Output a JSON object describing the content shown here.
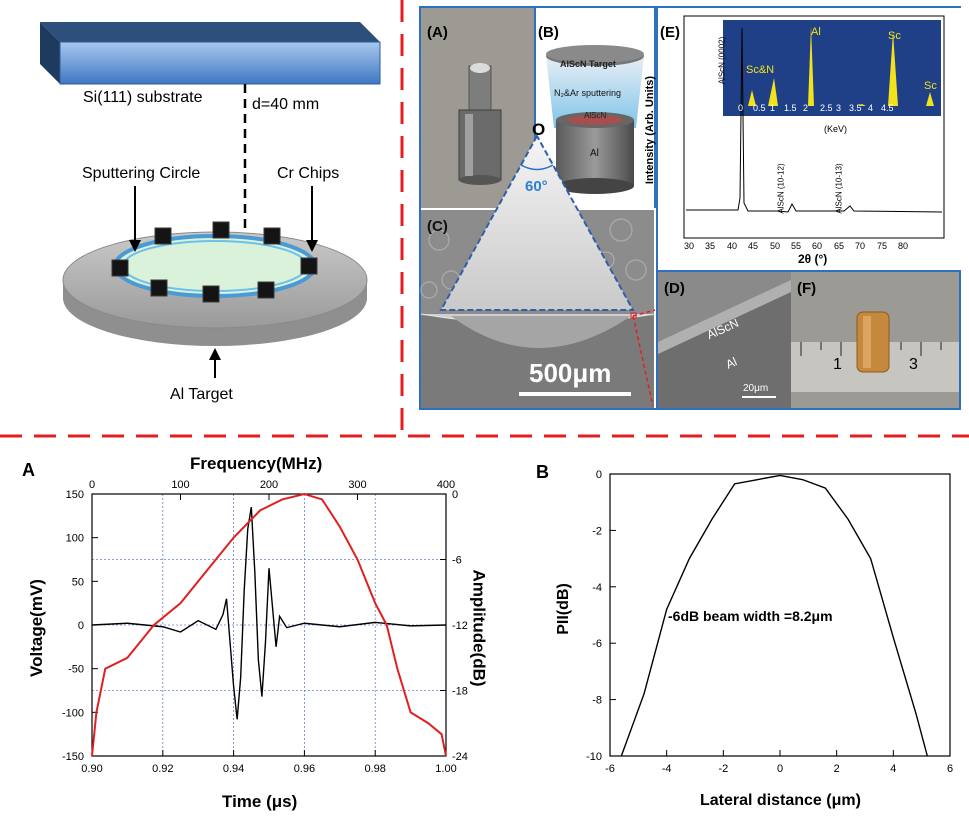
{
  "schematic": {
    "substrate_label": "Si(111) substrate",
    "distance_label": "d=40 mm",
    "sputtering_label": "Sputtering Circle",
    "chips_label": "Cr Chips",
    "target_label": "Al Target"
  },
  "photos": {
    "label_a": "(A)",
    "label_b": "(B)",
    "label_c": "(C)",
    "label_d": "(D)",
    "label_e": "(E)",
    "label_f": "(F)",
    "cone_apex": "O",
    "cone_angle": "60°",
    "target_text": "AlScN Target",
    "sputter_text": "N₂&Ar sputtering",
    "film_text": "AlScN",
    "al_text": "Al",
    "scale_500": "500μm",
    "scale_20": "20μm",
    "d_film": "AlScN",
    "d_al": "Al",
    "ruler_1": "1",
    "ruler_3": "3"
  },
  "xrd": {
    "ylabel": "Intensity (Arb. Units)",
    "xlabel": "2θ (°)",
    "peak1": "AlScN (0002)",
    "peak2": "AlScN (10-12)",
    "peak3": "AlScN (10-13)",
    "eds_xlabel": "(KeV)",
    "eds_al": "Al",
    "eds_scn": "Sc&N",
    "eds_sc1": "Sc",
    "eds_sc2": "Sc"
  },
  "panel_a_label": "A",
  "panel_b_label": "B",
  "chart_data": [
    {
      "type": "line",
      "title": "",
      "top_xlabel": "Frequency(MHz)",
      "xlabel": "Time (μs)",
      "ylabel": "Voltage(mV)",
      "right_ylabel": "Amplitude(dB)",
      "xlim": [
        0.9,
        1.0
      ],
      "ylim": [
        -150,
        150
      ],
      "top_xlim": [
        0,
        400
      ],
      "right_ylim": [
        -24,
        0
      ],
      "x_ticks": [
        "0.90",
        "0.92",
        "0.94",
        "0.96",
        "0.98",
        "1.00"
      ],
      "y_ticks": [
        "150",
        "100",
        "50",
        "0",
        "-50",
        "-100",
        "-150"
      ],
      "top_ticks": [
        "0",
        "100",
        "200",
        "300",
        "400"
      ],
      "right_ticks": [
        "0",
        "-6",
        "-12",
        "-18",
        "-24"
      ],
      "grid": true,
      "series": [
        {
          "color": "#000000",
          "axis": "time-voltage",
          "points": [
            [
              0.9,
              0
            ],
            [
              0.91,
              2
            ],
            [
              0.92,
              -2
            ],
            [
              0.925,
              -8
            ],
            [
              0.93,
              5
            ],
            [
              0.935,
              -5
            ],
            [
              0.937,
              12
            ],
            [
              0.938,
              30
            ],
            [
              0.939,
              -20
            ],
            [
              0.94,
              -70
            ],
            [
              0.941,
              -108
            ],
            [
              0.942,
              -60
            ],
            [
              0.943,
              40
            ],
            [
              0.944,
              110
            ],
            [
              0.945,
              135
            ],
            [
              0.946,
              60
            ],
            [
              0.947,
              -40
            ],
            [
              0.948,
              -82
            ],
            [
              0.949,
              -20
            ],
            [
              0.95,
              65
            ],
            [
              0.951,
              20
            ],
            [
              0.952,
              -25
            ],
            [
              0.953,
              10
            ],
            [
              0.955,
              -3
            ],
            [
              0.96,
              2
            ],
            [
              0.97,
              -2
            ],
            [
              0.98,
              3
            ],
            [
              0.99,
              -1
            ],
            [
              1.0,
              0
            ]
          ]
        },
        {
          "color": "#e02020",
          "axis": "frequency-amplitude",
          "points": [
            [
              0,
              -24
            ],
            [
              5,
              -20
            ],
            [
              15,
              -16
            ],
            [
              40,
              -15
            ],
            [
              70,
              -12
            ],
            [
              100,
              -10
            ],
            [
              130,
              -7
            ],
            [
              160,
              -4
            ],
            [
              190,
              -1.5
            ],
            [
              215,
              -0.5
            ],
            [
              240,
              0
            ],
            [
              260,
              -0.5
            ],
            [
              280,
              -3
            ],
            [
              300,
              -6
            ],
            [
              320,
              -10
            ],
            [
              333,
              -12
            ],
            [
              345,
              -16
            ],
            [
              360,
              -20
            ],
            [
              380,
              -21
            ],
            [
              395,
              -22
            ],
            [
              400,
              -24
            ]
          ]
        }
      ]
    },
    {
      "type": "line",
      "title": "",
      "annotation": "-6dB beam width =8.2μm",
      "xlabel": "Lateral distance (μm)",
      "ylabel": "PII(dB)",
      "xlim": [
        -6,
        6
      ],
      "ylim": [
        -10,
        0
      ],
      "x_ticks": [
        "-6",
        "-4",
        "-2",
        "0",
        "2",
        "4",
        "6"
      ],
      "y_ticks": [
        "0",
        "-2",
        "-4",
        "-6",
        "-8",
        "-10"
      ],
      "grid": false,
      "series": [
        {
          "color": "#000000",
          "points": [
            [
              -5.6,
              -10
            ],
            [
              -4.8,
              -7.8
            ],
            [
              -4,
              -4.8
            ],
            [
              -3.2,
              -3
            ],
            [
              -2.4,
              -1.6
            ],
            [
              -1.6,
              -0.35
            ],
            [
              -0.8,
              -0.2
            ],
            [
              0,
              -0.05
            ],
            [
              0.8,
              -0.2
            ],
            [
              1.6,
              -0.5
            ],
            [
              2.4,
              -1.6
            ],
            [
              3.2,
              -3
            ],
            [
              4,
              -5.8
            ],
            [
              4.8,
              -8.5
            ],
            [
              5.2,
              -10
            ]
          ]
        }
      ]
    }
  ]
}
